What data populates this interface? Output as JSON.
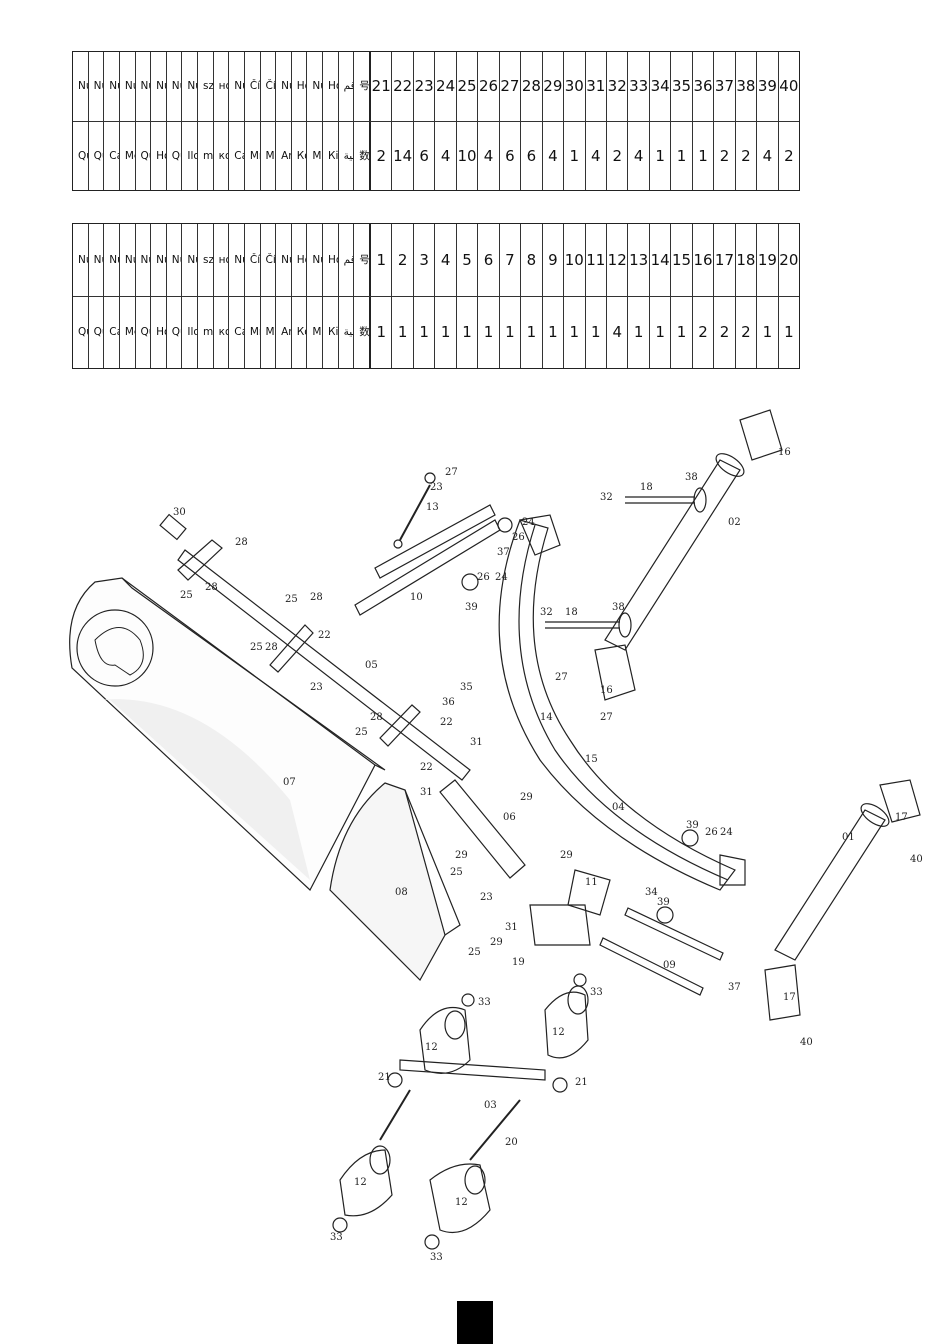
{
  "table_left": {
    "number_labels": [
      "Numéro",
      "Número",
      "Número",
      "Nummer",
      "Numero",
      "Nummer",
      "Número",
      "Numer",
      "szám",
      "номер",
      "Număr",
      "Číslo",
      "Číslo",
      "Nummer",
      "Номер",
      "Numara",
      "Номер",
      "رقم",
      "号码"
    ],
    "quantity_labels": [
      "Quantité",
      "Quantity",
      "Cantidad",
      "Menge",
      "Quantità",
      "Hoeveelheid",
      "Quantidade",
      "Ilość",
      "mennyiség",
      "количество",
      "Cantitate",
      "Množstvo",
      "Množství",
      "Antal",
      "Количество",
      "Miktar",
      "Кількість",
      "الكمية",
      "数量"
    ],
    "numbers": [
      "1",
      "2",
      "3",
      "4",
      "5",
      "6",
      "7",
      "8",
      "9",
      "10",
      "11",
      "12",
      "13",
      "14",
      "15",
      "16",
      "17",
      "18",
      "19",
      "20"
    ],
    "quantities": [
      "1",
      "1",
      "1",
      "1",
      "1",
      "1",
      "1",
      "1",
      "1",
      "1",
      "1",
      "4",
      "1",
      "1",
      "1",
      "2",
      "2",
      "2",
      "1",
      "1"
    ]
  },
  "table_right": {
    "number_labels": [
      "Numéro",
      "Número",
      "Número",
      "Nummer",
      "Numero",
      "Nummer",
      "Número",
      "Numer",
      "szám",
      "номер",
      "Număr",
      "Číslo",
      "Číslo",
      "Nummer",
      "Номер",
      "Numara",
      "Номер",
      "رقم",
      "号码"
    ],
    "quantity_labels": [
      "Quantité",
      "Quantity",
      "Cantidad",
      "Menge",
      "Quantità",
      "Hoeveelheid",
      "Quantidade",
      "Ilość",
      "mennyiség",
      "количество",
      "Cantitate",
      "Množstvo",
      "Množství",
      "Antal",
      "Количество",
      "Miktar",
      "Кількість",
      "الكمية",
      "数量"
    ],
    "numbers": [
      "21",
      "22",
      "23",
      "24",
      "25",
      "26",
      "27",
      "28",
      "29",
      "30",
      "31",
      "32",
      "33",
      "34",
      "35",
      "36",
      "37",
      "38",
      "39",
      "40"
    ],
    "quantities": [
      "2",
      "14",
      "6",
      "4",
      "10",
      "4",
      "6",
      "6",
      "4",
      "1",
      "4",
      "2",
      "4",
      "1",
      "1",
      "1",
      "2",
      "2",
      "4",
      "2"
    ]
  },
  "diagram_labels": {
    "p07": "07",
    "p08": "08",
    "p05": "05",
    "p10": "10",
    "p13": "13",
    "p30": "30",
    "p02": "02",
    "p16a": "16",
    "p16b": "16",
    "p18a": "18",
    "p18b": "18",
    "p32a": "32",
    "p32b": "32",
    "p38a": "38",
    "p38b": "38",
    "p04": "04",
    "p06": "06",
    "p14": "14",
    "p15": "15",
    "p35": "35",
    "p36": "36",
    "p11": "11",
    "p19": "19",
    "p09": "09",
    "p01": "01",
    "p17a": "17",
    "p17b": "17",
    "p40a": "40",
    "p40b": "40",
    "p03": "03",
    "p20": "20",
    "p12a": "12",
    "p12b": "12",
    "p12c": "12",
    "p12d": "12",
    "p21a": "21",
    "p21b": "21",
    "p33a": "33",
    "p33b": "33",
    "p33c": "33",
    "p33d": "33",
    "p37a": "37",
    "p37b": "37",
    "p39a": "39",
    "p39b": "39",
    "p39c": "39",
    "p34": "34",
    "p22a": "22",
    "p22b": "22",
    "p22c": "22",
    "p31a": "31",
    "p31b": "31",
    "p31c": "31",
    "p29a": "29",
    "p29b": "29",
    "p29c": "29",
    "p29d": "29",
    "p25a": "25",
    "p25b": "25",
    "p25c": "25",
    "p25d": "25",
    "p25e": "25",
    "p25f": "25",
    "p28a": "28",
    "p28b": "28",
    "p28c": "28",
    "p28d": "28",
    "p28e": "28",
    "p23a": "23",
    "p23b": "23",
    "p23c": "23",
    "p27a": "27",
    "p27b": "27",
    "p27c": "27",
    "p24a": "24",
    "p24b": "24",
    "p24c": "24",
    "p26a": "26",
    "p26b": "26",
    "p26c": "26"
  },
  "page_box": ""
}
